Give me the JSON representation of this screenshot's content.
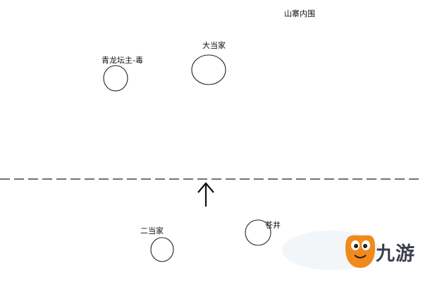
{
  "diagram": {
    "labels": {
      "area": "山寨内围",
      "boss_main": "大当家",
      "boss_qinglong": "青龙坛主-毒",
      "boss_second": "二当家",
      "boss_cangjing": "苍井"
    },
    "colors": {
      "ink": "#111111",
      "line": "#222222",
      "logo_orange": "#f08a1c",
      "logo_text": "#3a3f4d"
    }
  },
  "watermark": {
    "brand": "九游",
    "icon": "mascot-logo-icon"
  }
}
